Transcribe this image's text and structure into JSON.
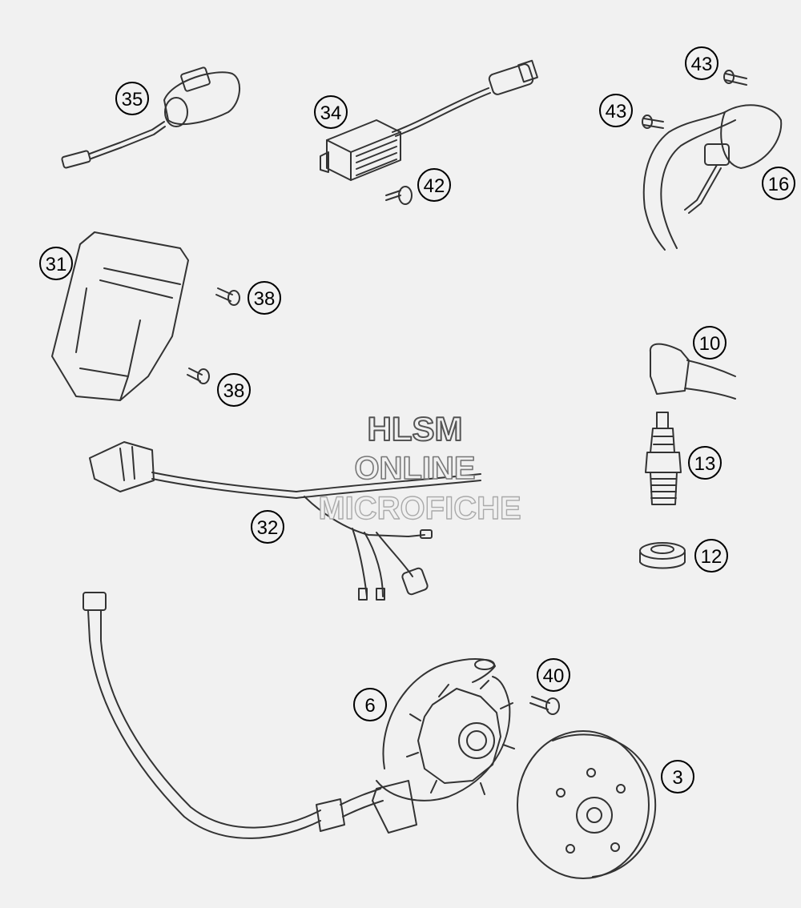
{
  "watermark": {
    "line1": "HLSM",
    "line2": "ONLINE",
    "line3": "MICROFICHE"
  },
  "callouts": [
    {
      "id": "c35",
      "label": "35",
      "part": "ignition-pickup-sensor"
    },
    {
      "id": "c34",
      "label": "34",
      "part": "voltage-regulator"
    },
    {
      "id": "c42",
      "label": "42",
      "part": "regulator-screw"
    },
    {
      "id": "c43a",
      "label": "43",
      "part": "coil-screw-top"
    },
    {
      "id": "c43b",
      "label": "43",
      "part": "coil-screw-left"
    },
    {
      "id": "c16",
      "label": "16",
      "part": "ignition-coil"
    },
    {
      "id": "c31",
      "label": "31",
      "part": "cdi-unit"
    },
    {
      "id": "c38a",
      "label": "38",
      "part": "cdi-screw-upper"
    },
    {
      "id": "c38b",
      "label": "38",
      "part": "cdi-screw-lower"
    },
    {
      "id": "c10",
      "label": "10",
      "part": "spark-plug-cap"
    },
    {
      "id": "c13",
      "label": "13",
      "part": "spark-plug"
    },
    {
      "id": "c12",
      "label": "12",
      "part": "grommet"
    },
    {
      "id": "c32",
      "label": "32",
      "part": "wiring-harness"
    },
    {
      "id": "c40",
      "label": "40",
      "part": "stator-screw"
    },
    {
      "id": "c6",
      "label": "6",
      "part": "stator"
    },
    {
      "id": "c3",
      "label": "3",
      "part": "flywheel-rotor"
    }
  ]
}
